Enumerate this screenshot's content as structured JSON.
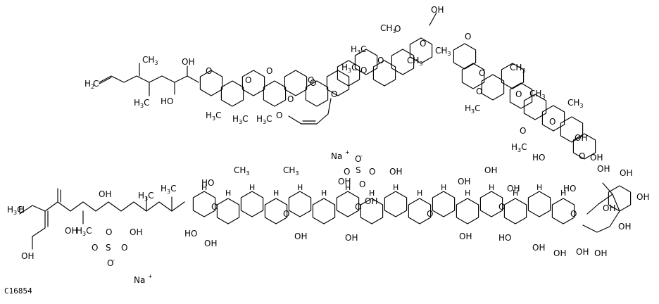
{
  "compound": {
    "id": "C16854",
    "counterions": [
      "Na",
      "Na"
    ],
    "ion_charge": "+",
    "labels": {
      "OH": "OH",
      "HO": "HO",
      "H": "H",
      "O": "O",
      "H3C": "H3C",
      "CH3": "CH3",
      "H2C": "H2C",
      "S": "S",
      "Ominus": "O",
      "minus": "-",
      "plus": "+"
    }
  }
}
